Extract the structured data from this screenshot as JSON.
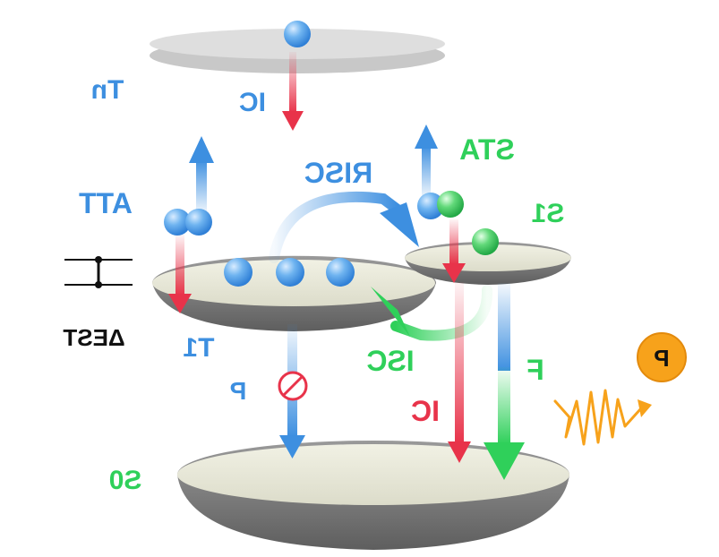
{
  "colors": {
    "blue": "#3d8fe0",
    "red": "#e8334a",
    "green": "#2fd05a",
    "black": "#111111",
    "orange": "#f7a21b",
    "disk_top": "#e7e7d6",
    "disk_side": "#7d7d7d"
  },
  "labels": {
    "tn": "Tn",
    "ic_top": "IC",
    "att": "ATT",
    "risc": "RISC",
    "sta": "STA",
    "s1": "S1",
    "delta_est": "ΔEST",
    "t1": "T1",
    "isc": "ISC",
    "p_left": "P",
    "ic_right": "IC",
    "f": "F",
    "p_badge": "P",
    "s0": "S0"
  },
  "icons": {
    "blocked": "prohibited-icon",
    "photon": "photon-wave-icon"
  }
}
